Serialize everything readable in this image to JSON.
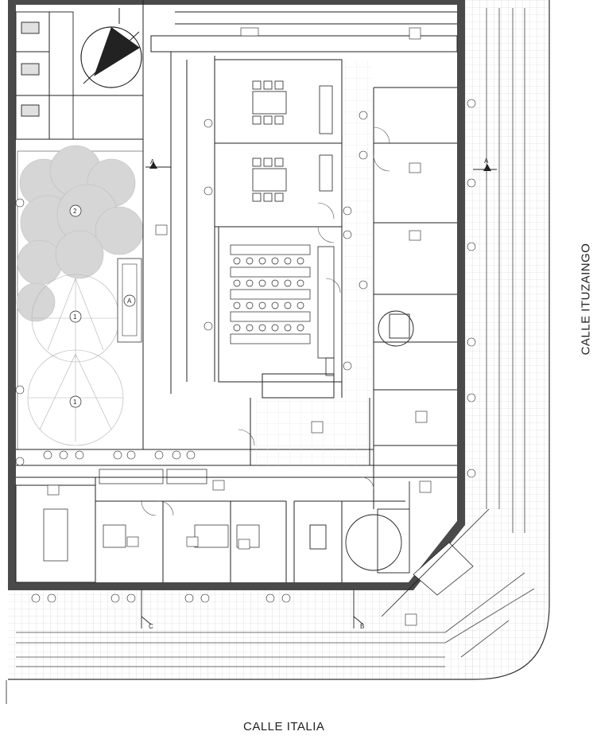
{
  "streets": {
    "bottom": "CALLE ITALIA",
    "right": "CALLE ITUZAINGO"
  },
  "section_markers": [
    {
      "id": "section-a-left",
      "label": "A"
    },
    {
      "id": "section-a-right",
      "label": "A"
    },
    {
      "id": "section-b",
      "label": "B"
    },
    {
      "id": "section-c",
      "label": "C"
    }
  ],
  "garden_markers": [
    {
      "id": "garden-marker-1",
      "label": "2"
    },
    {
      "id": "garden-marker-2",
      "label": "1"
    },
    {
      "id": "garden-marker-3",
      "label": "1"
    },
    {
      "id": "garden-marker-4",
      "label": "A"
    }
  ],
  "colors": {
    "line": "#1e1e1e",
    "wall": "#4a4a4a",
    "garden": "#d9d9d9",
    "paving": "#c8c8c8"
  }
}
